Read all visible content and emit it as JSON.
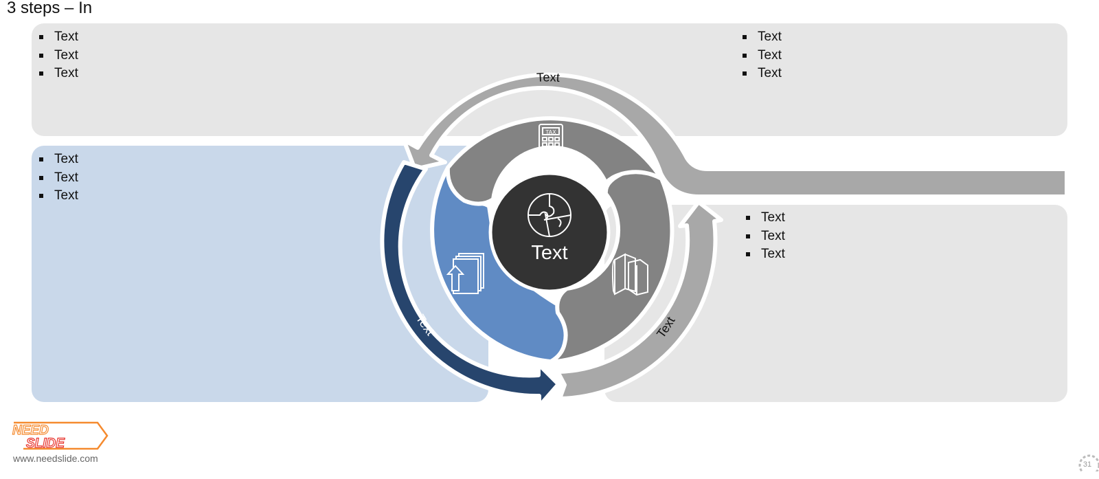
{
  "page": {
    "title": "3 steps – In",
    "page_number": "31"
  },
  "panels": {
    "top_left": {
      "bullets": [
        "Text",
        "Text",
        "Text"
      ]
    },
    "top_right": {
      "bullets": [
        "Text",
        "Text",
        "Text"
      ]
    },
    "bottom_left": {
      "bullets": [
        "Text",
        "Text",
        "Text"
      ]
    },
    "bottom_right": {
      "bullets": [
        "Text",
        "Text",
        "Text"
      ]
    }
  },
  "cycle": {
    "center_label": "Text",
    "arrow_top_label": "Text",
    "arrow_left_label": "Text",
    "arrow_right_label": "Text",
    "segment_icons": [
      "calculator-tax-icon",
      "books-icon",
      "documents-upload-icon"
    ],
    "center_icon": "puzzle-globe-icon"
  },
  "footer": {
    "brand_line1": "NEED",
    "brand_line2": "SLIDE",
    "url": "www.needslide.com"
  },
  "colors": {
    "panel_gray": "#e6e6e6",
    "panel_blue": "#c9d8ea",
    "arrow_gray": "#a8a8a8",
    "segment_gray": "#838383",
    "segment_blue": "#608bc4",
    "arrow_navy": "#27456d",
    "center_dark": "#333333",
    "logo_red": "#e8322b",
    "logo_orange": "#f58a2e"
  }
}
